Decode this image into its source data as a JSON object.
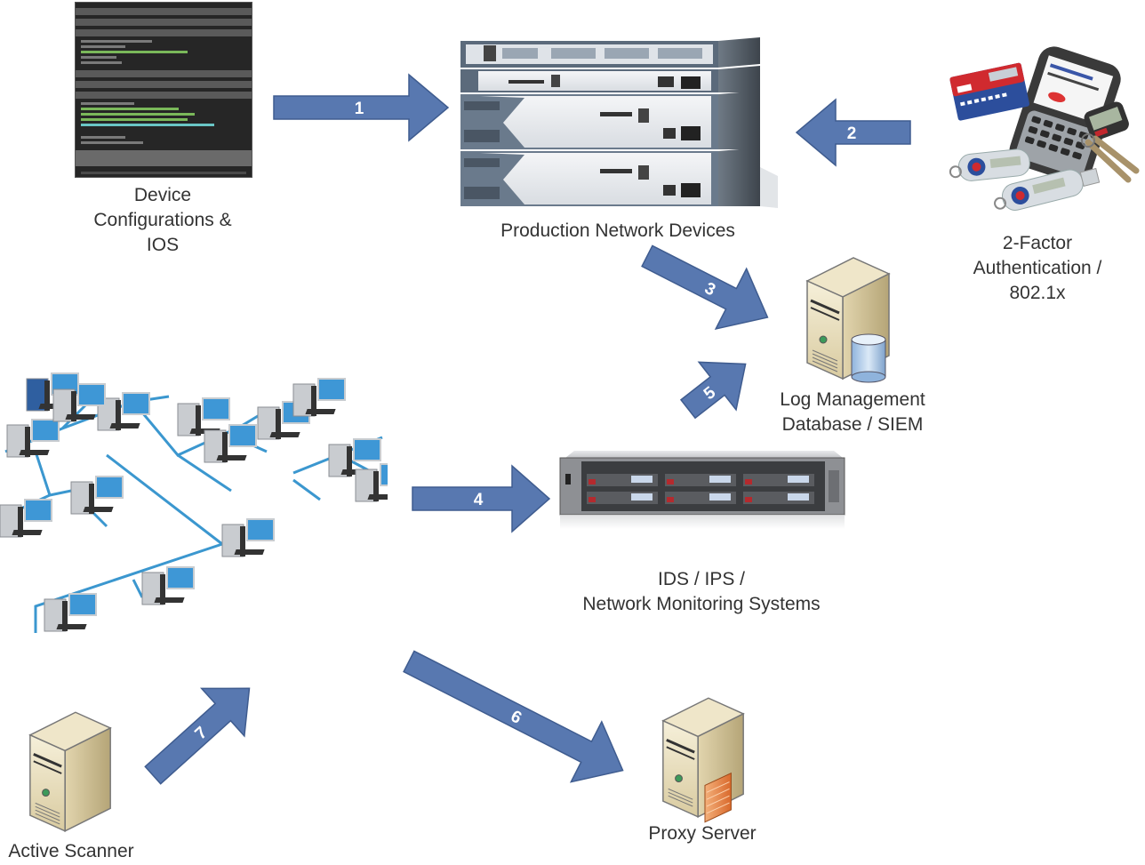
{
  "diagram": {
    "title": "",
    "colors": {
      "arrow_fill": "#5878b0",
      "arrow_stroke": "#3f5c8f",
      "label_text": "#333333",
      "network_line": "#3b97cf",
      "monitor_screen": "#3e97d6",
      "server_beige": "#e7dcbc",
      "proxy_firewall": "#e98a4a",
      "db_cylinder": "#b8d2ec"
    },
    "nodes": [
      {
        "id": "device-configs",
        "label_lines": [
          "Device",
          "Configurations &",
          "IOS"
        ],
        "icon": "terminal-config-icon"
      },
      {
        "id": "production-network-devices",
        "label_lines": [
          "Production Network Devices"
        ],
        "icon": "router-stack-icon"
      },
      {
        "id": "two-factor-auth",
        "label_lines": [
          "2-Factor",
          "Authentication /",
          "802.1x"
        ],
        "icon": "auth-tokens-icon"
      },
      {
        "id": "log-management",
        "label_lines": [
          "Log Management",
          "Database / SIEM"
        ],
        "icon": "database-server-icon"
      },
      {
        "id": "ids-ips",
        "label_lines": [
          "IDS / IPS /",
          "Network Monitoring Systems"
        ],
        "icon": "rack-server-icon"
      },
      {
        "id": "network-endpoints",
        "label_lines": [],
        "icon": "network-computers-icon"
      },
      {
        "id": "active-scanner",
        "label_lines": [
          "Active Scanner"
        ],
        "icon": "server-tower-icon"
      },
      {
        "id": "proxy-server",
        "label_lines": [
          "Proxy Server"
        ],
        "icon": "proxy-server-icon"
      }
    ],
    "edges": [
      {
        "number": "1",
        "from": "device-configs",
        "to": "production-network-devices"
      },
      {
        "number": "2",
        "from": "two-factor-auth",
        "to": "production-network-devices"
      },
      {
        "number": "3",
        "from": "production-network-devices",
        "to": "log-management"
      },
      {
        "number": "4",
        "from": "network-endpoints",
        "to": "ids-ips"
      },
      {
        "number": "5",
        "from": "ids-ips",
        "to": "log-management"
      },
      {
        "number": "6",
        "from": "network-endpoints",
        "to": "proxy-server"
      },
      {
        "number": "7",
        "from": "active-scanner",
        "to": "network-endpoints"
      }
    ]
  }
}
